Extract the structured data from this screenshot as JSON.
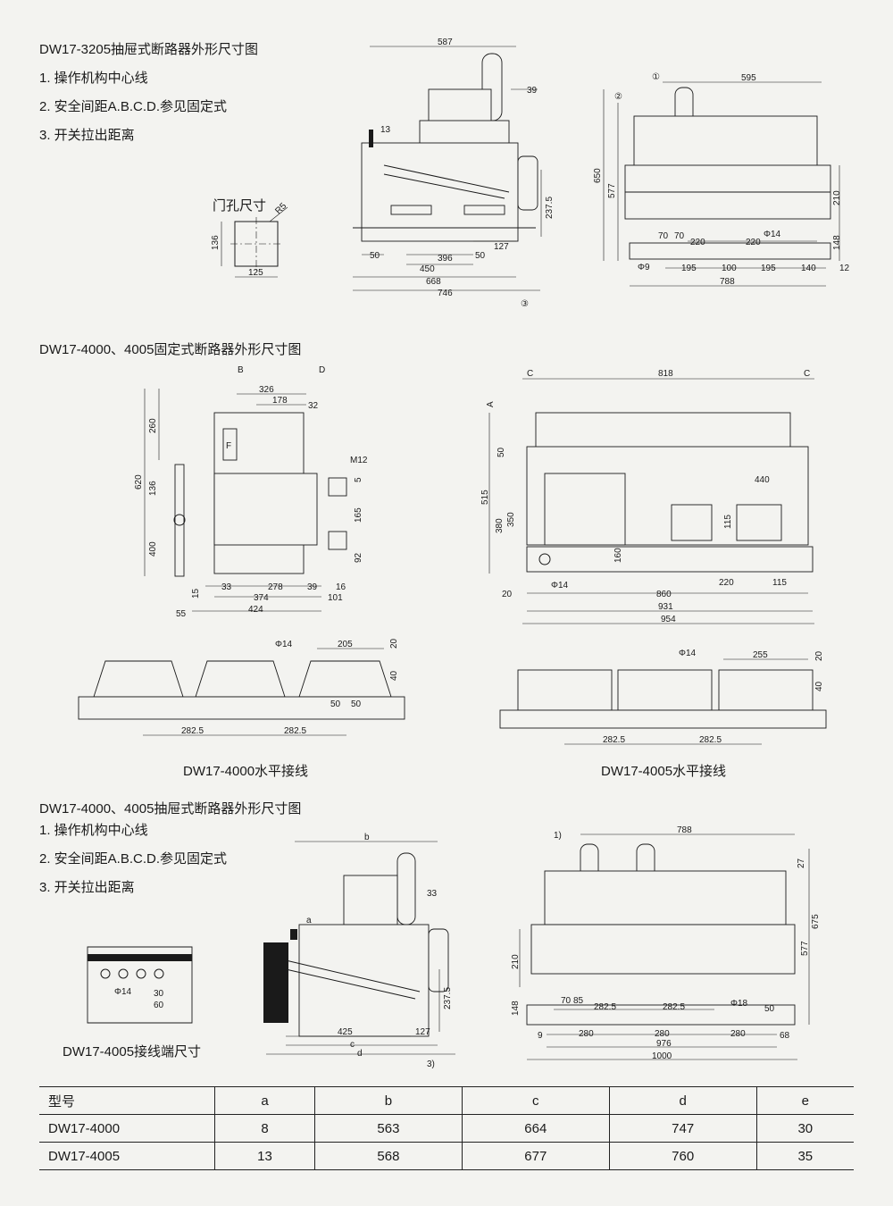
{
  "section1": {
    "title": "DW17-3205抽屉式断路器外形尺寸图",
    "notes": [
      "1. 操作机构中心线",
      "2. 安全间距A.B.C.D.参见固定式",
      "3. 开关拉出距离"
    ],
    "door_hole": {
      "label": "门孔尺寸",
      "r": "R5",
      "h": "136",
      "w": "125"
    },
    "side_dims": {
      "top": "587",
      "right": "39",
      "left": "13",
      "h": "237.5",
      "d50a": "50",
      "d396": "396",
      "d50b": "50",
      "d127": "127",
      "d450": "450",
      "d668": "668",
      "d746": "746",
      "mark": "③"
    },
    "front_dims": {
      "m1": "①",
      "m2": "②",
      "top": "595",
      "h650": "650",
      "h577": "577",
      "h210": "210",
      "h148": "148",
      "d70a": "70",
      "d70b": "70",
      "d220a": "220",
      "d220b": "220",
      "phi14": "Φ14",
      "phi9": "Φ9",
      "d195a": "195",
      "d100": "100",
      "d195b": "195",
      "d140": "140",
      "d12": "12",
      "d788": "788"
    }
  },
  "section2": {
    "title": "DW17-4000、4005固定式断路器外形尺寸图",
    "side_dims": {
      "B": "B",
      "D": "D",
      "d326": "326",
      "d178": "178",
      "d32": "32",
      "h260": "260",
      "h620": "620",
      "h136": "136",
      "h400": "400",
      "m12": "M12",
      "d5": "5",
      "d165": "165",
      "d92": "92",
      "d15": "15",
      "d33": "33",
      "d278": "278",
      "d39": "39",
      "d16": "16",
      "d374": "374",
      "d101": "101",
      "d55": "55",
      "d424": "424",
      "F": "F"
    },
    "front_dims": {
      "C1": "C",
      "C2": "C",
      "A": "A",
      "d818": "818",
      "h50": "50",
      "h515": "515",
      "h380": "380",
      "h350": "350",
      "d440": "440",
      "h115": "115",
      "h160": "160",
      "phi14": "Φ14",
      "d20": "20",
      "d220": "220",
      "d115": "115",
      "d860": "860",
      "d931": "931",
      "d954": "954"
    },
    "h4000": {
      "phi": "Φ14",
      "d205": "205",
      "d20": "20",
      "d40": "40",
      "d50a": "50",
      "d50b": "50",
      "d282a": "282.5",
      "d282b": "282.5",
      "caption": "DW17-4000水平接线"
    },
    "h4005": {
      "phi": "Φ14",
      "d255": "255",
      "d20": "20",
      "d40": "40",
      "d282a": "282.5",
      "d282b": "282.5",
      "caption": "DW17-4005水平接线"
    }
  },
  "section3": {
    "title": "DW17-4000、4005抽屉式断路器外形尺寸图",
    "notes": [
      "1. 操作机构中心线",
      "2. 安全间距A.B.C.D.参见固定式",
      "3. 开关拉出距离"
    ],
    "terminal": {
      "phi": "Φ14",
      "d30": "30",
      "d60": "60",
      "caption": "DW17-4005接线端尺寸"
    },
    "side_dims": {
      "b": "b",
      "a": "a",
      "d33": "33",
      "h237": "237.5",
      "d425": "425",
      "d127": "127",
      "c": "c",
      "d": "d",
      "mark": "3)"
    },
    "front_dims": {
      "mark": "1)",
      "d788": "788",
      "h27": "27",
      "h675": "675",
      "h577": "577",
      "h210": "210",
      "h148": "148",
      "d70": "70",
      "d85": "85",
      "d282a": "282.5",
      "d282b": "282.5",
      "phi18": "Φ18",
      "d50": "50",
      "d9": "9",
      "d280a": "280",
      "d280b": "280",
      "d280c": "280",
      "d68": "68",
      "d976": "976",
      "d1000": "1000"
    }
  },
  "table": {
    "headers": [
      "型号",
      "a",
      "b",
      "c",
      "d",
      "e"
    ],
    "rows": [
      {
        "model": "DW17-4000",
        "a": "8",
        "b": "563",
        "c": "664",
        "d": "747",
        "e": "30"
      },
      {
        "model": "DW17-4005",
        "a": "13",
        "b": "568",
        "c": "677",
        "d": "760",
        "e": "35"
      }
    ]
  }
}
